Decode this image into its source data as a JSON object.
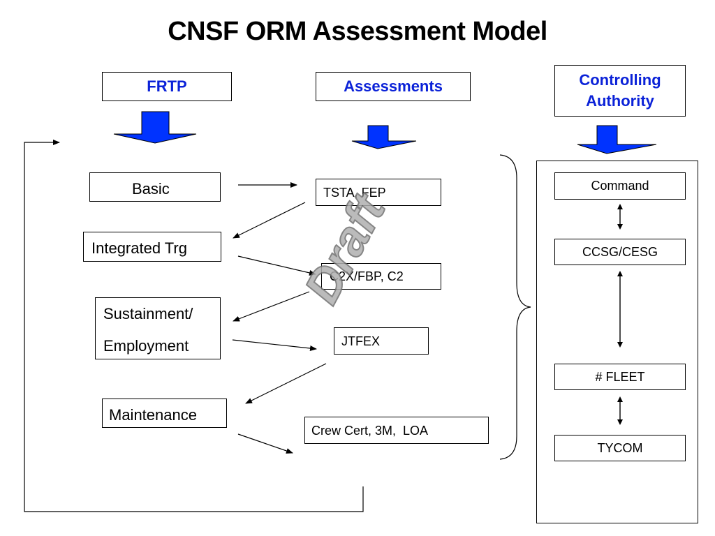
{
  "title": "CNSF ORM Assessment Model",
  "colors": {
    "header_text": "#0b22d8",
    "arrow_fill": "#0033ff"
  },
  "headers": {
    "frtp": "FRTP",
    "assessments": "Assessments",
    "authority_line1": "Controlling",
    "authority_line2": "Authority"
  },
  "frtp_phases": {
    "basic": "Basic",
    "integrated": "Integrated Trg",
    "sustainment_line1": "Sustainment/",
    "sustainment_line2": "Employment",
    "maintenance": "Maintenance"
  },
  "assessments": {
    "tsta": "TSTA, FEP",
    "c2x": "C2X/FBP, C2",
    "jtfex": "JTFEX",
    "crew": "Crew Cert, 3M,  LOA"
  },
  "authority_chain": {
    "command": "Command",
    "ccsg": "CCSG/CESG",
    "fleet": "# FLEET",
    "tycom": "TYCOM"
  },
  "watermark": "Draft"
}
